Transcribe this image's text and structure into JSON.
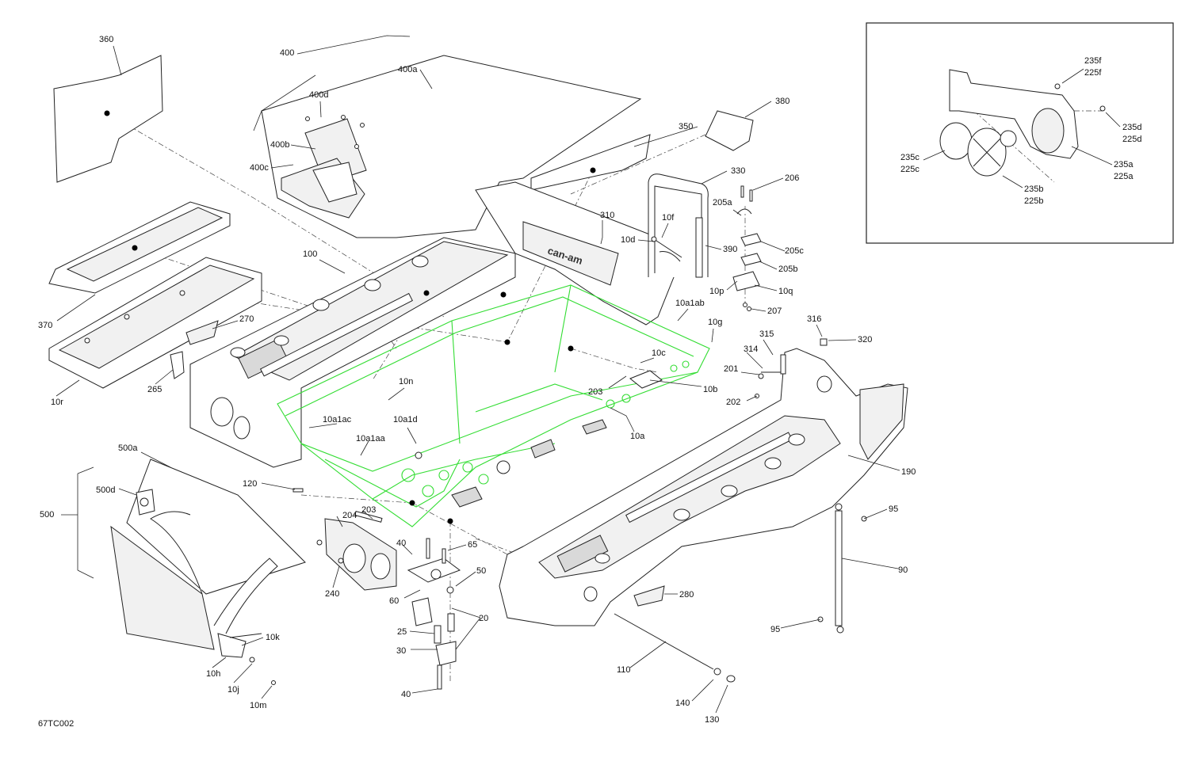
{
  "diagram_code": "67TC002",
  "labels": {
    "l360": "360",
    "l400": "400",
    "l400a": "400a",
    "l400d": "400d",
    "l400b": "400b",
    "l400c": "400c",
    "l380": "380",
    "l350": "350",
    "l330": "330",
    "l206": "206",
    "l205a": "205a",
    "l10f": "10f",
    "l10d": "10d",
    "l390": "390",
    "l205c": "205c",
    "l205b": "205b",
    "l10q": "10q",
    "l10p": "10p",
    "l207": "207",
    "l310": "310",
    "l100": "100",
    "l370": "370",
    "l270": "270",
    "l10r": "10r",
    "l265": "265",
    "l10a1ab": "10a1ab",
    "l10g": "10g",
    "l10c": "10c",
    "l316": "316",
    "l320": "320",
    "l315": "315",
    "l314": "314",
    "l201": "201",
    "l10b": "10b",
    "l203a": "203",
    "l202": "202",
    "l10n": "10n",
    "l10a1ac": "10a1ac",
    "l10a1d": "10a1d",
    "l10a": "10a",
    "l10a1aa": "10a1aa",
    "l190": "190",
    "l500a": "500a",
    "l500d": "500d",
    "l500": "500",
    "l120": "120",
    "l204": "204",
    "l203b": "203",
    "l40a": "40",
    "l65": "65",
    "l95a": "95",
    "l90": "90",
    "l240": "240",
    "l60": "60",
    "l50": "50",
    "l280": "280",
    "l20": "20",
    "l25": "25",
    "l10k": "10k",
    "l95b": "95",
    "l30": "30",
    "l10h": "10h",
    "l110": "110",
    "l10j": "10j",
    "l40b": "40",
    "l10m": "10m",
    "l140": "140",
    "l130": "130",
    "i235f": "235f",
    "i225f": "225f",
    "i235d": "235d",
    "i225d": "225d",
    "i235c": "235c",
    "i225c": "225c",
    "i235a": "235a",
    "i225a": "225a",
    "i235b": "235b",
    "i225b": "225b"
  },
  "colors": {
    "highlight": "#33dd33",
    "line": "#222222"
  }
}
